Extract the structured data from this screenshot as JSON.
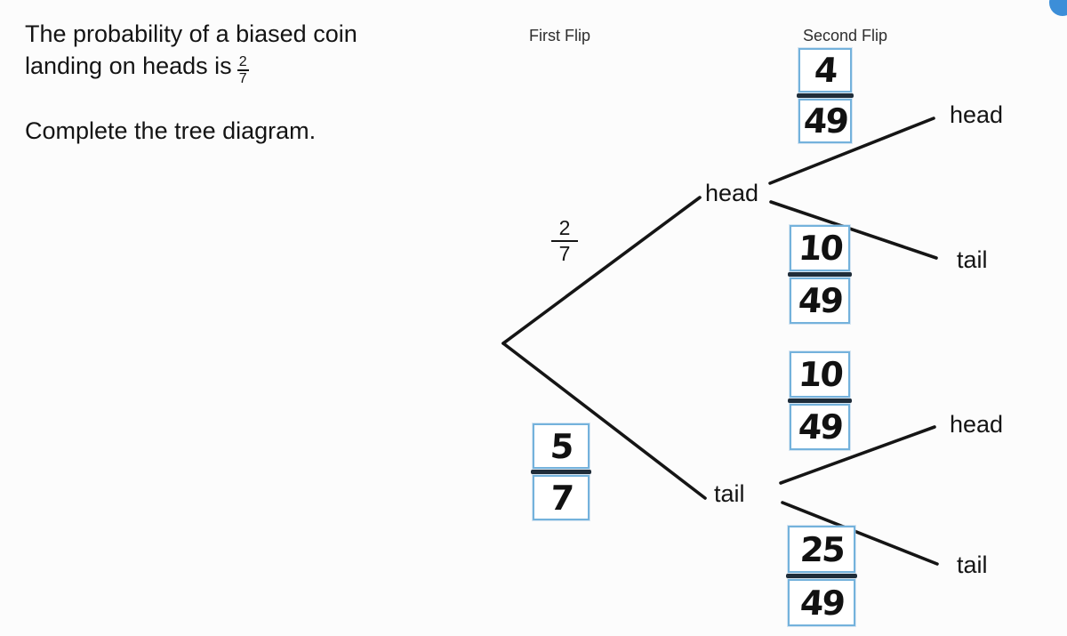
{
  "corner": {
    "color": "#3c8ed8"
  },
  "question": {
    "line1": "The probability of a biased coin",
    "line2_prefix": "landing on heads is",
    "given_fraction": {
      "numerator": "2",
      "denominator": "7"
    },
    "line3": "Complete the tree diagram."
  },
  "headers": {
    "first_flip": "First Flip",
    "second_flip": "Second Flip"
  },
  "first_flip": {
    "head_branch": {
      "label": "head",
      "probability": {
        "numerator": "2",
        "denominator": "7"
      }
    },
    "tail_branch": {
      "label": "tail",
      "answer": {
        "numerator": "5",
        "denominator": "7"
      }
    }
  },
  "second_flip": {
    "branches": [
      {
        "label": "head",
        "answer": {
          "numerator": "4",
          "denominator": "49"
        }
      },
      {
        "label": "tail",
        "answer": {
          "numerator": "10",
          "denominator": "49"
        }
      },
      {
        "label": "head",
        "answer": {
          "numerator": "10",
          "denominator": "49"
        }
      },
      {
        "label": "tail",
        "answer": {
          "numerator": "25",
          "denominator": "49"
        }
      }
    ]
  }
}
